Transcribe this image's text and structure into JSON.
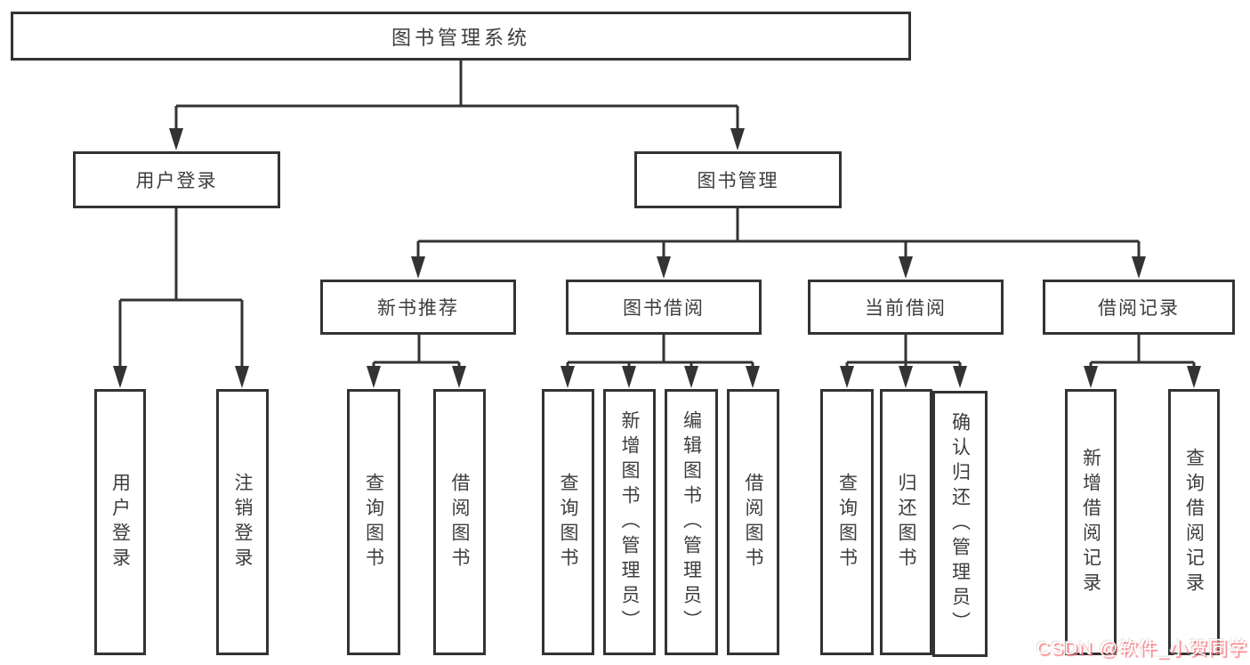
{
  "diagram": {
    "type": "hierarchy-tree",
    "root": {
      "label": "图书管理系统",
      "children": [
        {
          "label": "用户登录",
          "children": [
            {
              "label": "用户登录"
            },
            {
              "label": "注销登录"
            }
          ]
        },
        {
          "label": "图书管理",
          "children": [
            {
              "label": "新书推荐",
              "children": [
                {
                  "label": "查询图书"
                },
                {
                  "label": "借阅图书"
                }
              ]
            },
            {
              "label": "图书借阅",
              "children": [
                {
                  "label": "查询图书"
                },
                {
                  "label": "新增图书（管理员）"
                },
                {
                  "label": "编辑图书（管理员）"
                },
                {
                  "label": "借阅图书"
                }
              ]
            },
            {
              "label": "当前借阅",
              "children": [
                {
                  "label": "查询图书"
                },
                {
                  "label": "归还图书"
                },
                {
                  "label": "确认归还（管理员）"
                }
              ]
            },
            {
              "label": "借阅记录",
              "children": [
                {
                  "label": "新增借阅记录"
                },
                {
                  "label": "查询借阅记录"
                }
              ]
            }
          ]
        }
      ]
    },
    "colors": {
      "line": "#333333",
      "box_border": "#333333",
      "box_fill": "#ffffff",
      "text": "#3d3d3d",
      "background": "#ffffff"
    }
  },
  "watermark": {
    "text": "CSDN @软件_小贺同学",
    "text_color": "#ffffff",
    "shadow_color": "#f87f84"
  }
}
